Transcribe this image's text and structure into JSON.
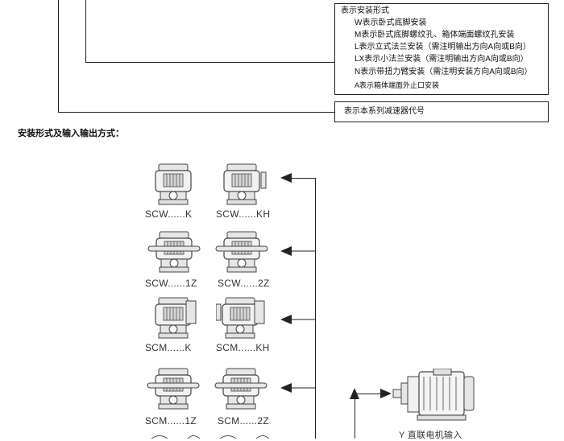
{
  "install_box": {
    "title": "表示安装形式",
    "items": [
      "W表示卧式底脚安装",
      "M表示卧式底脚螺纹孔、箱体端面螺纹孔安装",
      "L表示立式法兰安装（需注明输出方向A向或B向）",
      "LX表示小法兰安装（需注明输出方向A向或B向）",
      "N表示带扭力臂安装（需注明安装方向A向或B向）",
      "A表示箱体端面外止口安装"
    ]
  },
  "code_box": {
    "label": "表示本系列减速器代号"
  },
  "section_title": "安装形式及输入输出方式：",
  "variants": [
    {
      "label": "SCW......K"
    },
    {
      "label": "SCW......KH"
    },
    {
      "label": "SCW......1Z"
    },
    {
      "label": "SCW......2Z"
    },
    {
      "label": "SCM......K"
    },
    {
      "label": "SCM......KH"
    },
    {
      "label": "SCM......1Z"
    },
    {
      "label": "SCM......2Z"
    }
  ],
  "motor": {
    "label": "Y  直联电机输入"
  },
  "icons": {
    "gearbox": "gear-reducer-icon",
    "motor": "electric-motor-icon",
    "arrow": "left-arrow-icon"
  },
  "colors": {
    "line": "#222222",
    "drawing": "#444444",
    "fill": "#e6e6e6"
  }
}
